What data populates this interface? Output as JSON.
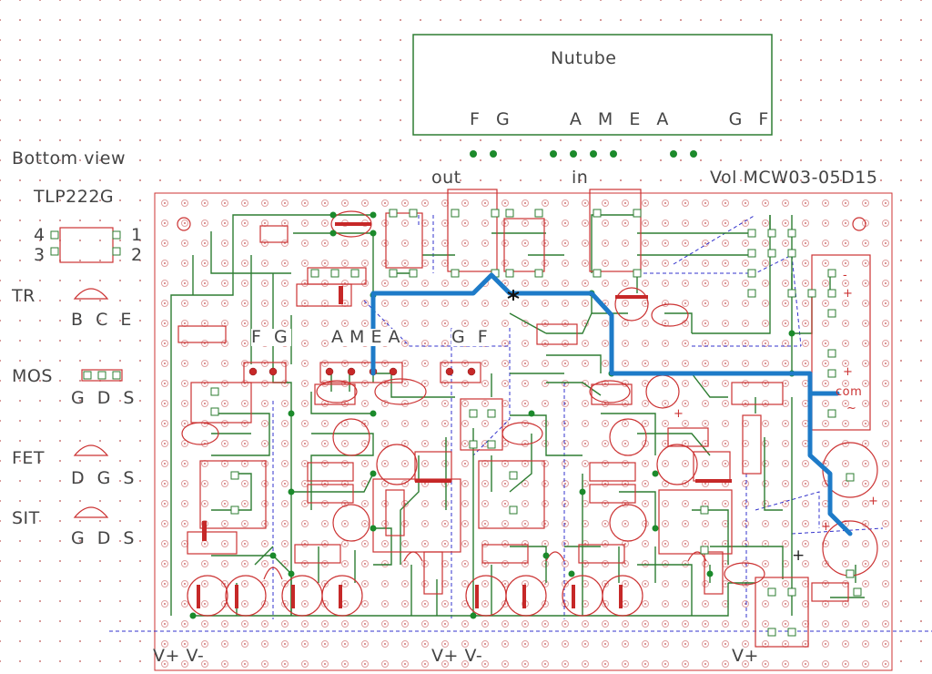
{
  "nutube": {
    "title": "Nutube",
    "pins": "F G     A M E A     G F"
  },
  "left_panel": {
    "bottom_view": "Bottom view",
    "tlp": {
      "name": "TLP222G",
      "pin4": "4",
      "pin3": "3",
      "pin1": "1",
      "pin2": "2"
    },
    "tr": {
      "name": "TR",
      "pins": "B C E"
    },
    "mos": {
      "name": "MOS",
      "pins": "G D S"
    },
    "fet": {
      "name": "FET",
      "pins": "D G S"
    },
    "sit": {
      "name": "SIT",
      "pins": "G D S"
    }
  },
  "board": {
    "out_label": "out",
    "in_label": "in",
    "vol_label": "Vol MCW03-05D15",
    "header_fg": "F G",
    "header_amea": "A M E A",
    "header_gf": "G F",
    "com_label": "com",
    "plus": "+",
    "tilde": "~",
    "minus": "-",
    "power_labels": [
      "V+ V-",
      "V+ V-",
      "V+"
    ]
  },
  "colors": {
    "grid_dot": "#d08080",
    "board_outline": "#cc3333",
    "trace": "#2e7d32",
    "thick_wire": "#1e7bc8",
    "via": "#1b6e2b",
    "pad": "#d04040",
    "dashed": "#3333cc"
  }
}
